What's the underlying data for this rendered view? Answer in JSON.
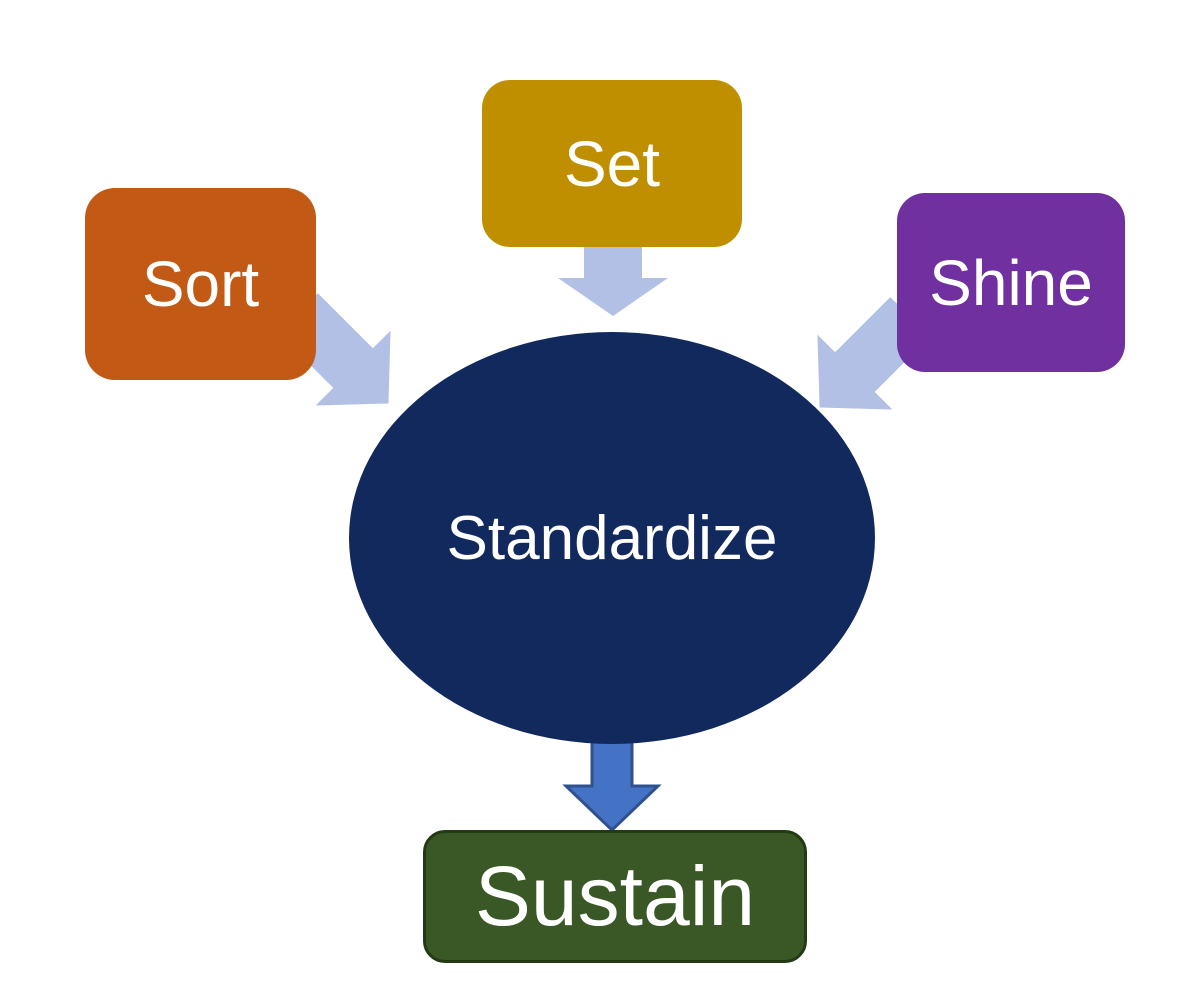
{
  "diagram": {
    "type": "5s-process-diagram",
    "nodes": {
      "sort": {
        "label": "Sort",
        "fill": "#C25A15",
        "shape": "rounded-rect"
      },
      "set": {
        "label": "Set",
        "fill": "#BF8F00",
        "shape": "rounded-rect"
      },
      "shine": {
        "label": "Shine",
        "fill": "#7030A0",
        "shape": "rounded-rect"
      },
      "standardize": {
        "label": "Standardize",
        "fill": "#12295E",
        "shape": "ellipse"
      },
      "sustain": {
        "label": "Sustain",
        "fill": "#3A5826",
        "border": "#233A12",
        "shape": "rounded-rect"
      }
    },
    "connections": [
      {
        "from": "sort",
        "to": "standardize"
      },
      {
        "from": "set",
        "to": "standardize"
      },
      {
        "from": "shine",
        "to": "standardize"
      },
      {
        "from": "standardize",
        "to": "sustain"
      }
    ],
    "arrows": {
      "input_fill": "#B1C0E4",
      "output_fill": "#4472C4",
      "output_stroke": "#2F528F"
    },
    "text_color": "#FFFFFF",
    "background": "#FFFFFF"
  }
}
